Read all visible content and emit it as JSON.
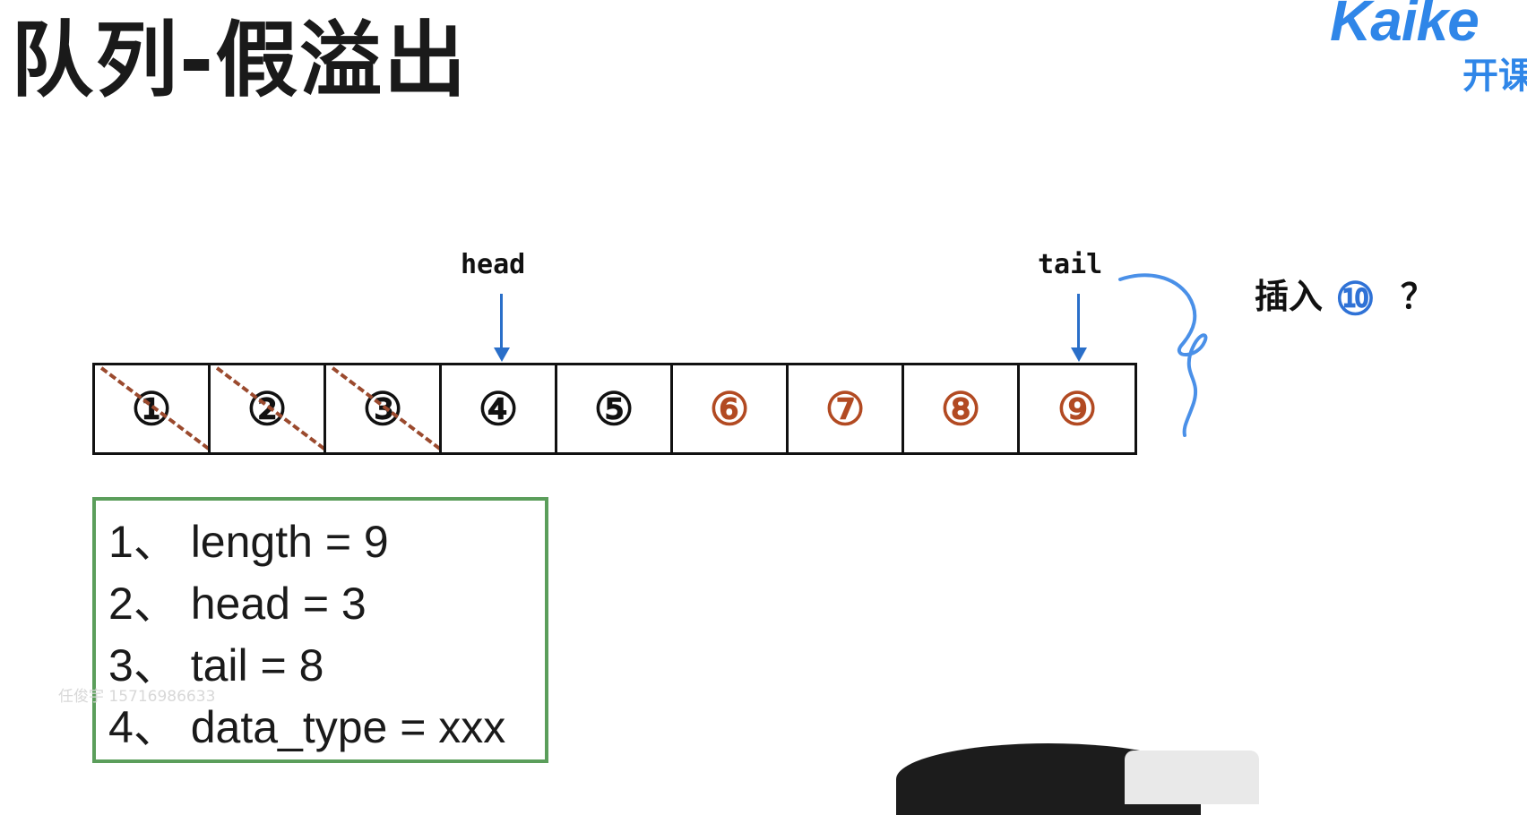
{
  "title": "队列-假溢出",
  "logo": {
    "word": "Kaike",
    "sub": "开课"
  },
  "pointers": {
    "head": "head",
    "tail": "tail"
  },
  "queue": {
    "cells": [
      {
        "label": "①",
        "removed": true
      },
      {
        "label": "②",
        "removed": true
      },
      {
        "label": "③",
        "removed": true
      },
      {
        "label": "④",
        "removed": false
      },
      {
        "label": "⑤",
        "removed": false
      },
      {
        "label": "⑥",
        "new": true
      },
      {
        "label": "⑦",
        "new": true
      },
      {
        "label": "⑧",
        "new": true
      },
      {
        "label": "⑨",
        "new": true
      }
    ],
    "head_index": 3,
    "tail_index": 8
  },
  "insert": {
    "text": "插入",
    "item": "⑩",
    "question": "？"
  },
  "notes": [
    "1、 length = 9",
    "2、 head = 3",
    "3、 tail = 8",
    "4、 data_type = xxx"
  ],
  "watermark": "任俊宇 15716986633",
  "colors": {
    "accent_blue": "#2f86e8",
    "new_item": "#b24a22",
    "box_green": "#5b9e5b",
    "strike": "#9b4a2e"
  }
}
